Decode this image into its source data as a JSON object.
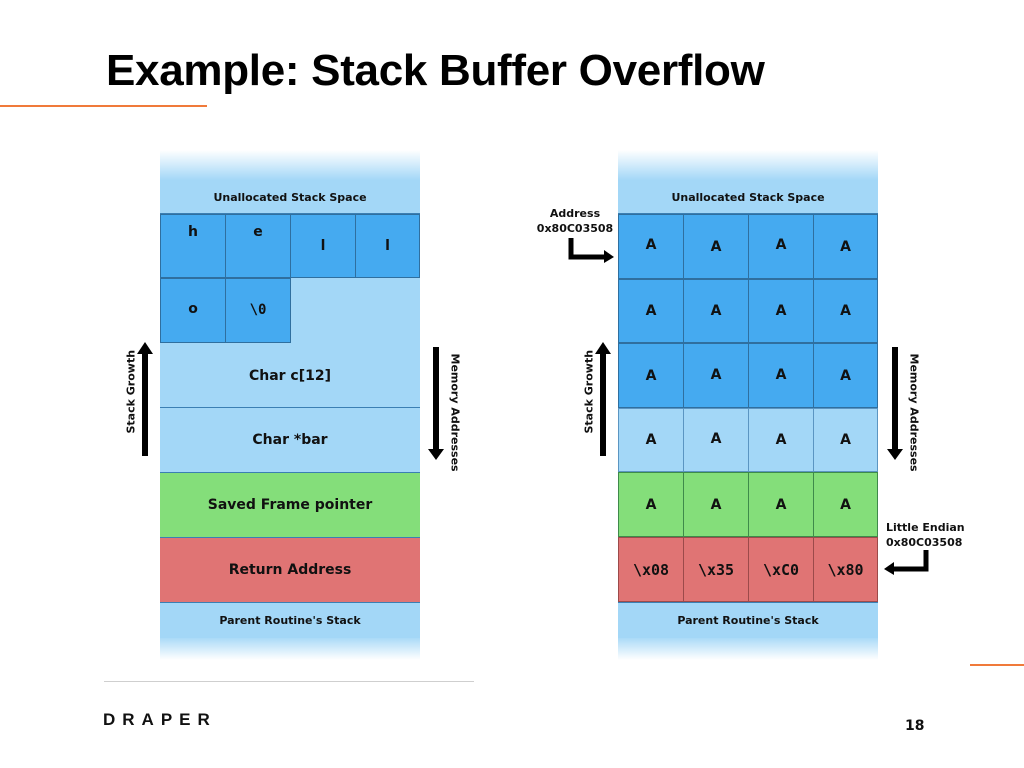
{
  "title": "Example: Stack Buffer Overflow",
  "left_stack": {
    "unallocated": "Unallocated Stack Space",
    "row1": [
      "h",
      "e",
      "l",
      "l"
    ],
    "row2": [
      "o",
      "\\0"
    ],
    "char_c": "Char c[12]",
    "char_bar": "Char *bar",
    "saved_frame": "Saved Frame pointer",
    "return_address": "Return Address",
    "parent": "Parent Routine's Stack",
    "stack_growth": "Stack Growth",
    "memory_addresses": "Memory Addresses"
  },
  "right_stack": {
    "unallocated": "Unallocated Stack Space",
    "rows": [
      [
        "A",
        "A",
        "A",
        "A"
      ],
      [
        "A",
        "A",
        "A",
        "A"
      ],
      [
        "A",
        "A",
        "A",
        "A"
      ],
      [
        "A",
        "A",
        "A",
        "A"
      ],
      [
        "A",
        "A",
        "A",
        "A"
      ],
      [
        "\\x08",
        "\\x35",
        "\\xC0",
        "\\x80"
      ]
    ],
    "parent": "Parent Routine's Stack",
    "stack_growth": "Stack Growth",
    "memory_addresses": "Memory Addresses",
    "address_label": "Address",
    "address_value": "0x80C03508",
    "little_endian_label": "Little Endian",
    "little_endian_value": "0x80C03508"
  },
  "colors": {
    "light_blue": "#a3d7f7",
    "dark_blue": "#45aaf0",
    "green": "#84de7a",
    "red": "#e07474",
    "accent_orange": "#f07a3a"
  },
  "footer": {
    "logo": "DRAPER",
    "page_number": "18"
  }
}
